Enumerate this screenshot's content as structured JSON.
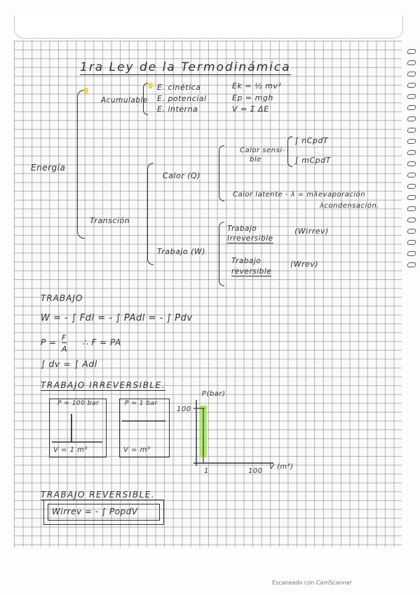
{
  "title": "1ra Ley de la Termodinámica",
  "energia": {
    "label": "Energía",
    "acumulable": "Acumulable",
    "cinetica": "E. cinética",
    "potencial": "E. potencial",
    "interna": "E. interna",
    "ek": "Ek = ½ mv²",
    "ep": "Ep = mgh",
    "u": "V = Σ ΔE",
    "transicion": "Transción",
    "calor": "Calor (Q)",
    "calor_sensible": "Calor sensi-\nble",
    "calor_sensible_1": "Calor sensi-",
    "calor_sensible_2": "ble",
    "int_ncpdt": "∫ nCpdT",
    "int_mcpdt": "∫ mCpdT",
    "calor_latente": "Calor latente - λ = mλevaporación",
    "lambda_cond": "λcondensación.",
    "trabajo": "Trabajo (W)",
    "trab_irrev_1": "Trabajo",
    "trab_irrev_2": "Irreversible",
    "w_irrev": "(Wirrev)",
    "trab_rev_1": "Trabajo",
    "trab_rev_2": "reversible",
    "w_rev": "(Wrev)"
  },
  "trabajo_section": {
    "heading": "TRABAJO",
    "eq1": "W = - ∫ Fdl = - ∫ PAdl = - ∫ Pdv",
    "eq2_lhs": "P =",
    "eq2_num": "F",
    "eq2_den": "A",
    "eq2_rhs": "∴  F = PA",
    "eq3": "∫ dv = ∫ Adl"
  },
  "irreversible": {
    "heading": "TRABAJO   IRREVERSIBLE.",
    "box1_top": "P = 100 bar",
    "box1_bottom": "V = 1 m³",
    "box2_top": "P = 1 bar",
    "box2_bottom": "V = m³",
    "plot_ylabel": "P(bar)",
    "plot_y_tick": "100",
    "plot_x_tick_1": "1",
    "plot_x_tick_100": "100",
    "plot_xlabel": "V (m³)"
  },
  "reversible": {
    "heading": "TRABAJO   REVERSIBLE.",
    "formula": "Wirrev = - ∫ PopdV"
  },
  "footer": {
    "watermark": "Escaneado con CamScanner"
  },
  "colors": {
    "ink": "#333333",
    "highlight": "#9fe84a",
    "marker_yellow": "#f2d23c"
  }
}
